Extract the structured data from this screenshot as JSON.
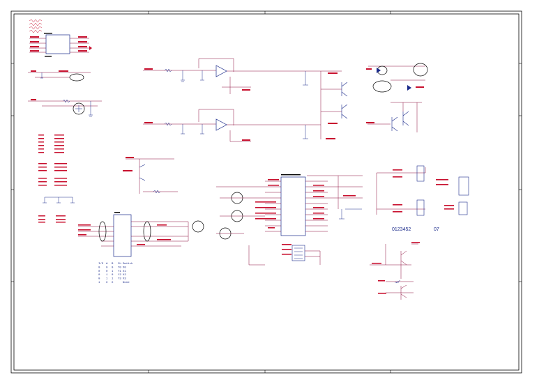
{
  "sheet": {
    "page_number": "07",
    "sheet_code": "0123452",
    "colors": {
      "frame": "#000000",
      "wire": "#8b0a3a",
      "net_label": "#c8102e",
      "component": "#1a2a8a",
      "highlight": "#000000"
    }
  },
  "truth_table": {
    "rows": [
      [
        "I/S",
        "A",
        "B",
        "Ch",
        "Switch"
      ],
      [
        "0",
        "0",
        "0",
        "Y0",
        "X0"
      ],
      [
        "0",
        "0",
        "1",
        "Y1",
        "X1"
      ],
      [
        "0",
        "1",
        "0",
        "Y2",
        "X2"
      ],
      [
        "0",
        "1",
        "1",
        "Y3",
        "X3"
      ],
      [
        "1",
        "X",
        "X",
        "",
        "None"
      ]
    ]
  }
}
